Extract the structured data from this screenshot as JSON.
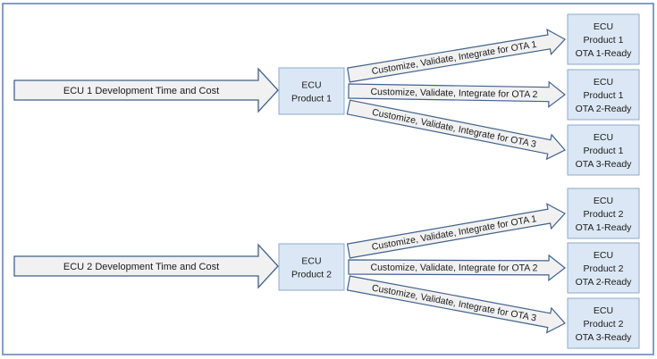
{
  "groups": [
    {
      "development_label": "ECU 1 Development Time and Cost",
      "product": [
        "ECU",
        "Product 1"
      ],
      "branches": [
        {
          "label": "Customize, Validate, Integrate for OTA 1",
          "target": [
            "ECU",
            "Product 1",
            "OTA 1-Ready"
          ]
        },
        {
          "label": "Customize, Validate, Integrate for OTA 2",
          "target": [
            "ECU",
            "Product 1",
            "OTA 2-Ready"
          ]
        },
        {
          "label": "Customize, Validate, Integrate for OTA 3",
          "target": [
            "ECU",
            "Product 1",
            "OTA 3-Ready"
          ]
        }
      ]
    },
    {
      "development_label": "ECU 2 Development Time and Cost",
      "product": [
        "ECU",
        "Product 2"
      ],
      "branches": [
        {
          "label": "Customize, Validate, Integrate for OTA 1",
          "target": [
            "ECU",
            "Product 2",
            "OTA 1-Ready"
          ]
        },
        {
          "label": "Customize, Validate, Integrate for OTA 2",
          "target": [
            "ECU",
            "Product 2",
            "OTA 2-Ready"
          ]
        },
        {
          "label": "Customize, Validate, Integrate for OTA 3",
          "target": [
            "ECU",
            "Product 2",
            "OTA 3-Ready"
          ]
        }
      ]
    }
  ],
  "colors": {
    "frame_border": "#5a7fb0",
    "arrow_fill": "#f1f1f1",
    "arrow_stroke": "#41618c",
    "box_fill": "#dbe7f4",
    "box_stroke": "#8eaacb"
  }
}
